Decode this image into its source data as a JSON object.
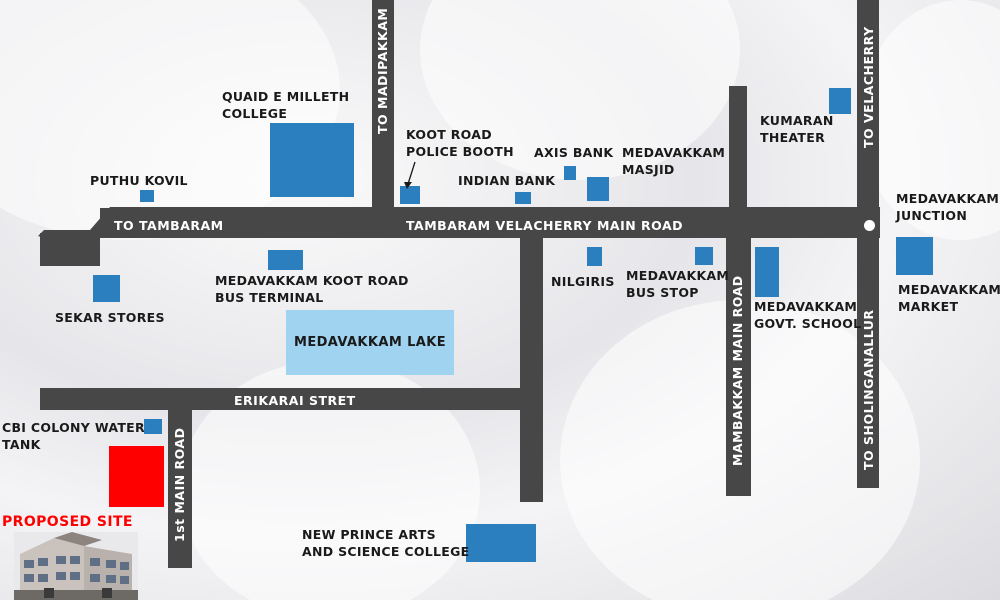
{
  "colors": {
    "road": "#474747",
    "marker": "#2b7fbf",
    "lake": "#9fd3f0",
    "site": "#ff0000",
    "label": "#1a1a1a"
  },
  "roads": {
    "tambaram_velacherry": "TAMBARAM VELACHERRY MAIN ROAD",
    "to_tambaram": "TO TAMBARAM",
    "to_madipakkam": "TO MADIPAKKAM",
    "to_velacherry": "TO VELACHERRY",
    "to_sholinganallur": "TO SHOLINGANALLUR",
    "mambakkam_main_road": "MAMBAKKAM MAIN ROAD",
    "erikarai_street": "ERIKARAI STRET",
    "first_main_road": "1st MAIN ROAD"
  },
  "landmarks": {
    "quaid_e_milleth": "QUAID E MILLETH\nCOLLEGE",
    "puthu_kovil": "PUTHU KOVIL",
    "koot_road_police": "KOOT ROAD\nPOLICE BOOTH",
    "axis_bank": "AXIS BANK",
    "medavakkam_masjid": "MEDAVAKKAM\nMASJID",
    "indian_bank": "INDIAN BANK",
    "kumaran_theater": "KUMARAN\nTHEATER",
    "medavakkam_junction": "MEDAVAKKAM\nJUNCTION",
    "medavakkam_market": "MEDAVAKKAM\nMARKET",
    "sekar_stores": "SEKAR STORES",
    "koot_road_bus_terminal": "MEDAVAKKAM KOOT ROAD\nBUS TERMINAL",
    "nilgiris": "NILGIRIS",
    "medavakkam_bus_stop": "MEDAVAKKAM\nBUS STOP",
    "govt_school": "MEDAVAKKAM\nGOVT. SCHOOL",
    "medavakkam_lake": "MEDAVAKKAM LAKE",
    "cbi_colony": "CBI COLONY WATER\nTANK",
    "new_prince_college": "NEW PRINCE ARTS\nAND SCIENCE COLLEGE"
  },
  "proposed_site": "PROPOSED SITE"
}
